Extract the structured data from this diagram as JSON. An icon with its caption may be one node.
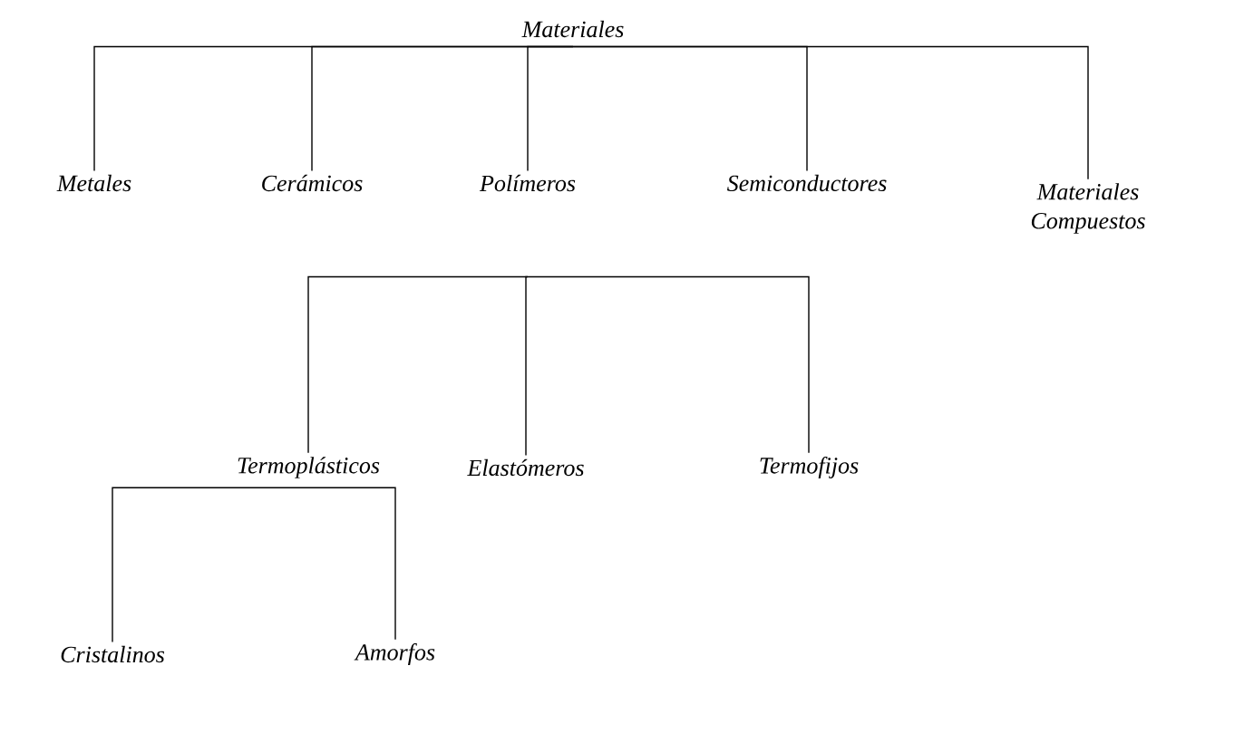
{
  "diagram": {
    "nodes": [
      {
        "text": [
          "Materiales"
        ]
      },
      {
        "text": [
          "Metales"
        ]
      },
      {
        "text": [
          "Cerámicos"
        ]
      },
      {
        "text": [
          "Polímeros"
        ]
      },
      {
        "text": [
          "Semiconductores"
        ]
      },
      {
        "text": [
          "Materiales Compuestos"
        ]
      },
      {
        "text": [
          "Termoplásticos"
        ]
      },
      {
        "text": [
          "Elastómeros"
        ]
      },
      {
        "text": [
          "Termofijos"
        ]
      },
      {
        "text": [
          "Cristalinos"
        ]
      },
      {
        "text": [
          "Amorfos"
        ]
      }
    ],
    "edges": [
      {
        "from": 0,
        "to": 1,
        "arrow": "none"
      },
      {
        "from": 0,
        "to": 2,
        "arrow": "none"
      },
      {
        "from": 0,
        "to": 3,
        "arrow": "none"
      },
      {
        "from": 0,
        "to": 4,
        "arrow": "none"
      },
      {
        "from": 0,
        "to": 5,
        "arrow": "none"
      },
      {
        "from": 3,
        "to": 6,
        "arrow": "none"
      },
      {
        "from": 3,
        "to": 7,
        "arrow": "none"
      },
      {
        "from": 3,
        "to": 8,
        "arrow": "none"
      },
      {
        "from": 6,
        "to": 9,
        "arrow": "none"
      },
      {
        "from": 6,
        "to": 10,
        "arrow": "none"
      }
    ]
  }
}
